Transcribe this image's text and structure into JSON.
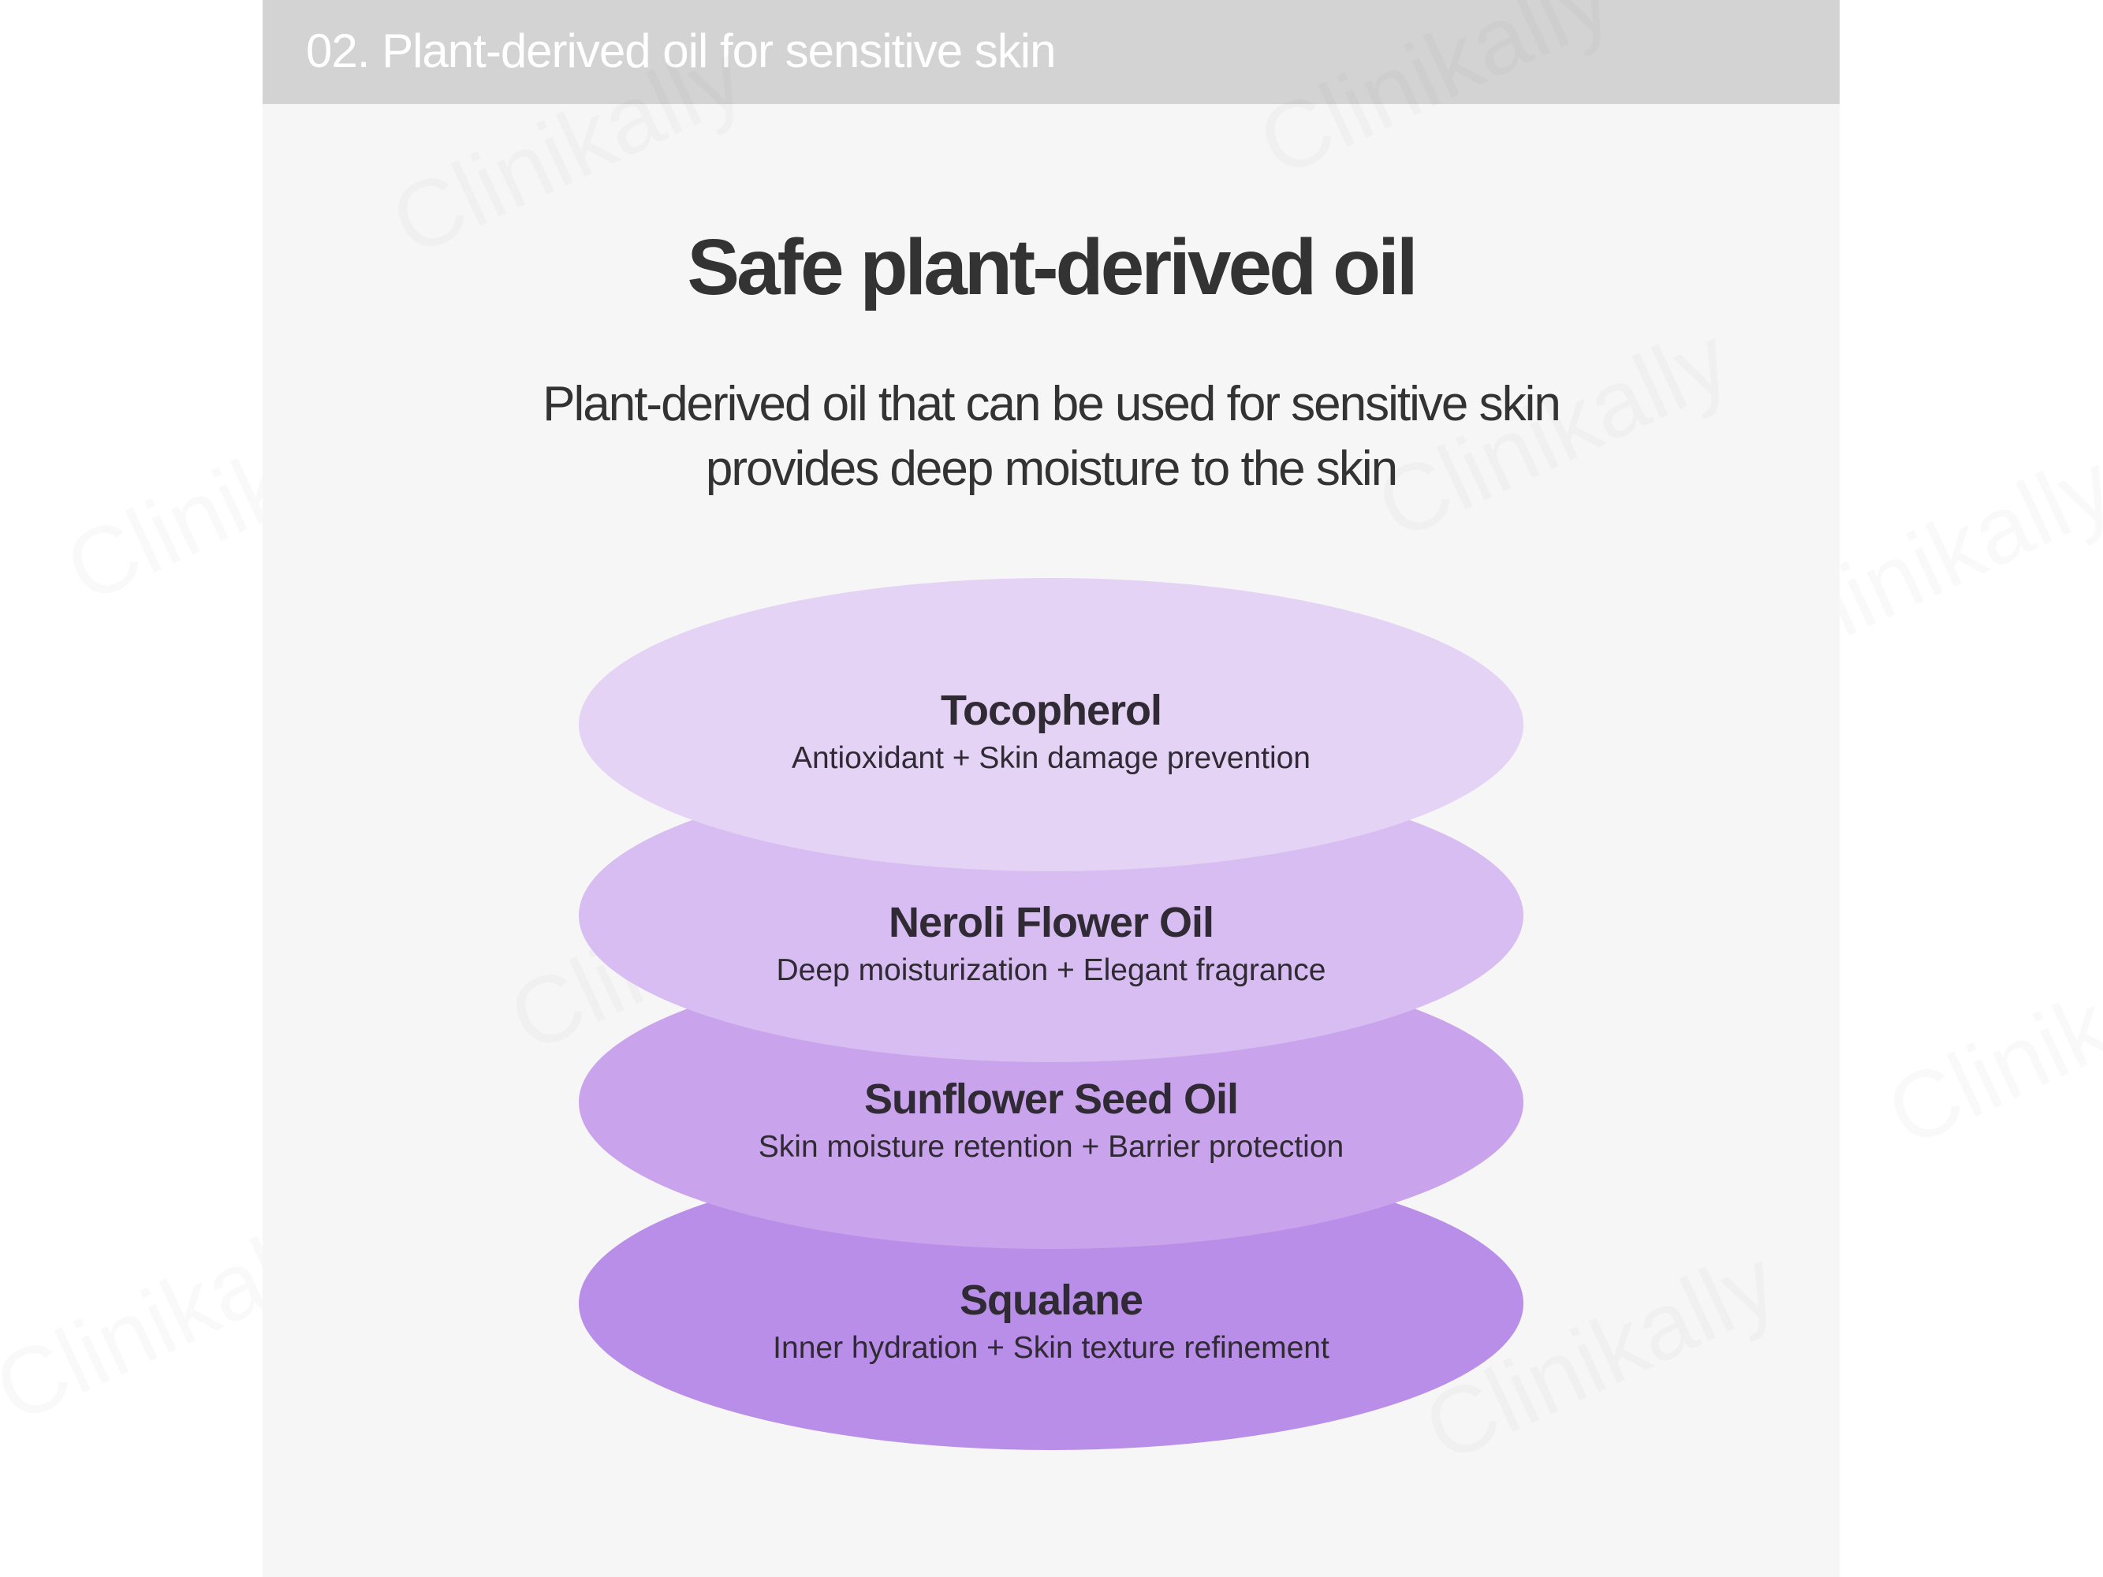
{
  "header": {
    "section_title": "02. Plant-derived oil for sensitive skin"
  },
  "main": {
    "title": "Safe plant-derived oil",
    "subtitle_lines": [
      "Plant-derived oil that can be used for sensitive skin",
      "provides deep moisture to the skin"
    ]
  },
  "layers": [
    {
      "name": "Tocopherol",
      "desc": "Antioxidant + Skin damage prevention",
      "color": "#e4d3f5"
    },
    {
      "name": "Neroli Flower Oil",
      "desc": "Deep moisturization + Elegant fragrance",
      "color": "#d7bdf2"
    },
    {
      "name": "Sunflower Seed Oil",
      "desc": "Skin moisture retention + Barrier protection",
      "color": "#c9a4ed"
    },
    {
      "name": "Squalane",
      "desc": "Inner hydration + Skin texture refinement",
      "color": "#b98ee8"
    }
  ],
  "watermark": {
    "text": "Clinikally"
  }
}
